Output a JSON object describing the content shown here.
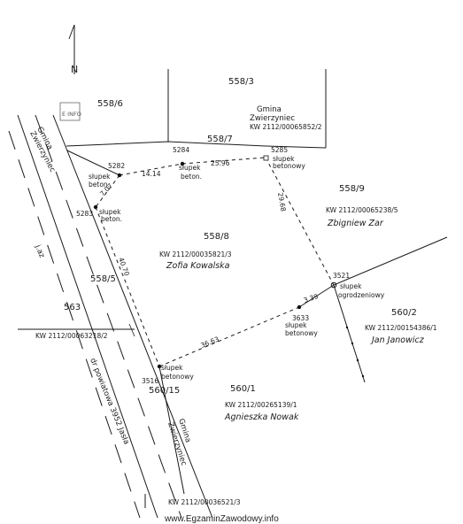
{
  "north": {
    "letter": "N"
  },
  "logo": {
    "text": "E INFO"
  },
  "parcels": [
    {
      "id": "558-6",
      "label": "558/6"
    },
    {
      "id": "558-3",
      "label": "558/3"
    },
    {
      "id": "558-7",
      "label": "558/7"
    },
    {
      "id": "558-9",
      "label": "558/9"
    },
    {
      "id": "558-8",
      "label": "558/8"
    },
    {
      "id": "558-5",
      "label": "558/5"
    },
    {
      "id": "563",
      "label": "563"
    },
    {
      "id": "560-2",
      "label": "560/2"
    },
    {
      "id": "560-1",
      "label": "560/1"
    },
    {
      "id": "560-15",
      "label": "560/15"
    }
  ],
  "kw": {
    "k1": "KW 2112/00065852/2",
    "k2": "KW 2112/00065238/5",
    "k3": "KW 2112/00035821/3",
    "k4": "KW 2112/00063218/2",
    "k5": "KW 2112/00154386/1",
    "k6": "KW 2112/00265139/1",
    "k7": "KW 2112/00036521/3"
  },
  "owners": {
    "zdarz": "Zbigniew Zar",
    "kowalska": "Zofia Kowalska",
    "janowicz": "Jan Janowicz",
    "nowak": "Agnieszka Nowak"
  },
  "gmina": {
    "g1a": "Gmina",
    "g1b": "Zwierzyniec",
    "g2a": "Gmina",
    "g2b": "Zwierzyniec",
    "g3a": "Gmina",
    "g3b": "Zwierzyniec"
  },
  "points": {
    "p5282": "5282",
    "p5284": "5284",
    "p5285": "5285",
    "p5283": "5283",
    "p3521": "3521",
    "p3633": "3633",
    "p3516": "3516"
  },
  "markers": {
    "m1": "słupek",
    "m1b": "beton.",
    "m2": "słupek",
    "m2b": "beton.",
    "m3": "słupek",
    "m3b": "betonowy",
    "m4": "słupek",
    "m4b": "beton.",
    "m5": "słupek",
    "m5b": "ogrodzeniowy",
    "m6": "słupek",
    "m6b": "betonowy",
    "m7": "słupek",
    "m7b": "betonowy"
  },
  "distances": {
    "d1": "7.07",
    "d2": "14.14",
    "d3": "25.96",
    "d4": "29.68",
    "d5": "40.70",
    "d6": "36.63",
    "d7": "3.39"
  },
  "road": {
    "label": "j.az",
    "name": "dr powiatowa 3952 Jasła"
  },
  "watermark": "www.EgzaminZawodowy.info"
}
